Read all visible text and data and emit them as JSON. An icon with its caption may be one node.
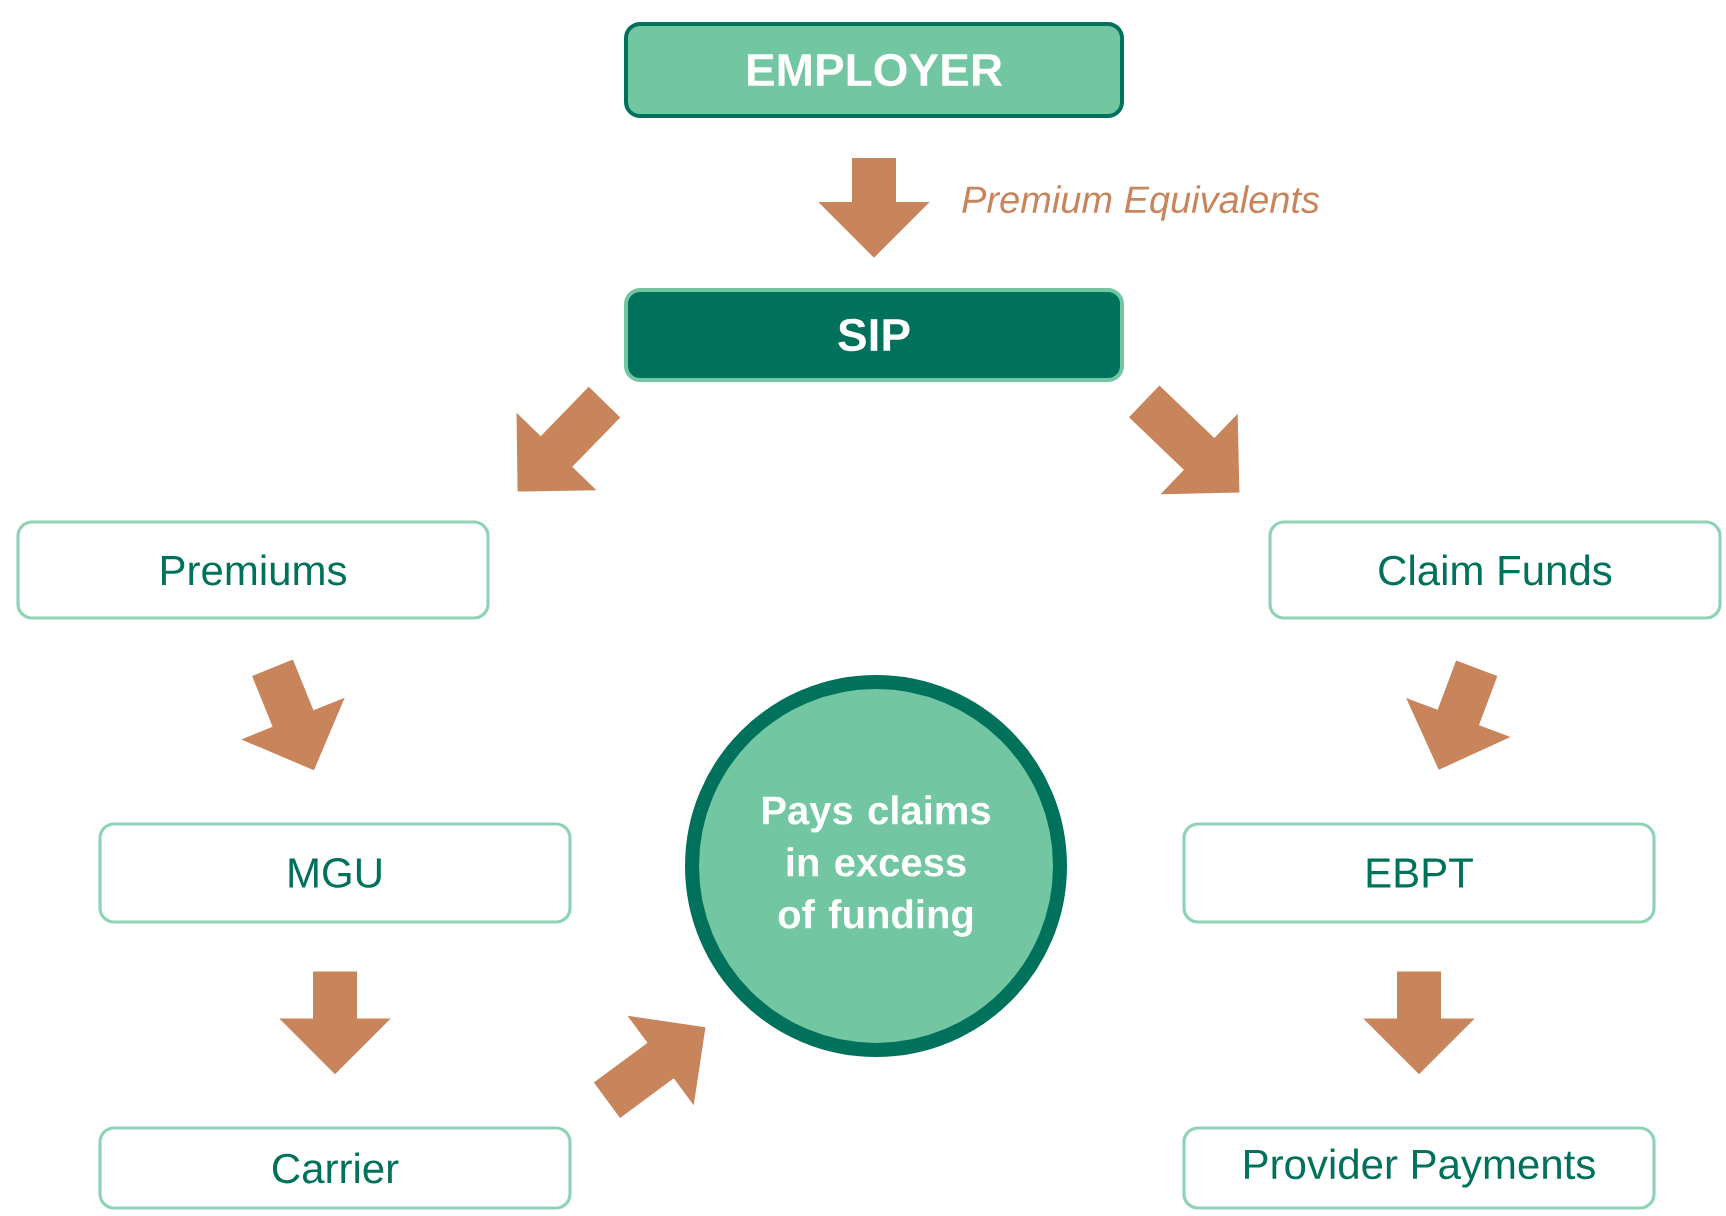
{
  "diagram": {
    "nodes": [
      {
        "text": [
          "EMPLOYER"
        ]
      },
      {
        "text": [
          "SIP"
        ]
      },
      {
        "text": [
          "Premiums"
        ]
      },
      {
        "text": [
          "Claim Funds"
        ]
      },
      {
        "text": [
          "MGU"
        ]
      },
      {
        "text": [
          "EBPT"
        ]
      },
      {
        "text": [
          "Carrier"
        ]
      },
      {
        "text": [
          "Provider Payments"
        ]
      },
      {
        "text": [
          "Pays claims in excess of funding"
        ]
      }
    ],
    "edges": [
      {
        "from": 0,
        "to": 1,
        "arrow": "to",
        "label": "Premium Equivalents"
      },
      {
        "from": 1,
        "to": 2,
        "arrow": "to"
      },
      {
        "from": 1,
        "to": 3,
        "arrow": "to"
      },
      {
        "from": 2,
        "to": 4,
        "arrow": "to"
      },
      {
        "from": 3,
        "to": 5,
        "arrow": "to"
      },
      {
        "from": 4,
        "to": 6,
        "arrow": "to"
      },
      {
        "from": 5,
        "to": 7,
        "arrow": "to"
      },
      {
        "from": 6,
        "to": 8,
        "arrow": "to"
      }
    ]
  }
}
